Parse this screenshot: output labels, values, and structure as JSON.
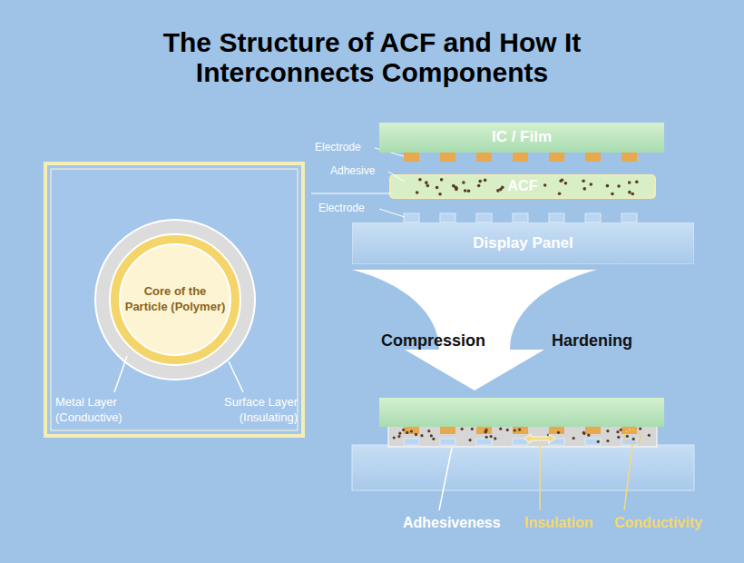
{
  "diagram": {
    "title": "The Structure of ACF and How It Interconnects Components",
    "nodes": [
      {
        "text": [
          "IC / Film"
        ]
      },
      {
        "text": [
          "ACF"
        ]
      },
      {
        "text": [
          "Display Panel"
        ]
      },
      {
        "text": [
          "Core of the Particle (Polymer)"
        ]
      }
    ],
    "labels": [
      "Electrode",
      "Adhesive",
      "Electrode",
      "Metal Layer (Conductive)",
      "Surface Layer (Insulating)",
      "Compression",
      "Hardening",
      "Adhesiveness",
      "Insulation",
      "Conductivity"
    ]
  }
}
